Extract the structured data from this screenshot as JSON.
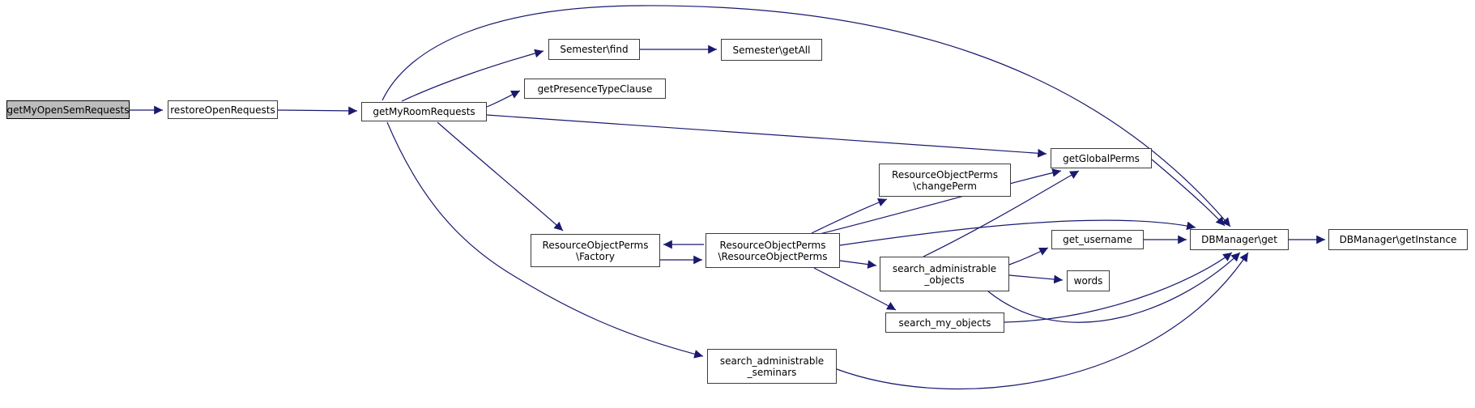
{
  "diagram": {
    "kind": "call-graph",
    "background_color": "#ffffff",
    "edge_color": "#191970",
    "node_border_color": "#3c3c3c",
    "highlight_fill": "#bcbcbc",
    "nodes": [
      {
        "id": "getMyOpenSemRequests",
        "label": "getMyOpenSemRequests",
        "highlighted": true
      },
      {
        "id": "restoreOpenRequests",
        "label": "restoreOpenRequests"
      },
      {
        "id": "getMyRoomRequests",
        "label": "getMyRoomRequests"
      },
      {
        "id": "Semester\\find",
        "label": "Semester\\find"
      },
      {
        "id": "Semester\\getAll",
        "label": "Semester\\getAll"
      },
      {
        "id": "getPresenceTypeClause",
        "label": "getPresenceTypeClause"
      },
      {
        "id": "getGlobalPerms",
        "label": "getGlobalPerms"
      },
      {
        "id": "ResourceObjectPerms\\changePerm",
        "label": "ResourceObjectPerms\\changePerm",
        "lines": [
          "ResourceObjectPerms",
          "\\changePerm"
        ]
      },
      {
        "id": "ResourceObjectPerms\\Factory",
        "label": "ResourceObjectPerms\\Factory",
        "lines": [
          "ResourceObjectPerms",
          "\\Factory"
        ]
      },
      {
        "id": "ResourceObjectPerms\\ResourceObjectPerms",
        "label": "ResourceObjectPerms\\ResourceObjectPerms",
        "lines": [
          "ResourceObjectPerms",
          "\\ResourceObjectPerms"
        ]
      },
      {
        "id": "get_username",
        "label": "get_username"
      },
      {
        "id": "words",
        "label": "words"
      },
      {
        "id": "search_administrable_objects",
        "label": "search_administrable_objects",
        "lines": [
          "search_administrable",
          "_objects"
        ]
      },
      {
        "id": "search_my_objects",
        "label": "search_my_objects"
      },
      {
        "id": "search_administrable_seminars",
        "label": "search_administrable_seminars",
        "lines": [
          "search_administrable",
          "_seminars"
        ]
      },
      {
        "id": "DBManager\\get",
        "label": "DBManager\\get"
      },
      {
        "id": "DBManager\\getInstance",
        "label": "DBManager\\getInstance"
      }
    ],
    "edges": [
      {
        "from": "getMyOpenSemRequests",
        "to": "restoreOpenRequests"
      },
      {
        "from": "restoreOpenRequests",
        "to": "getMyRoomRequests"
      },
      {
        "from": "getMyRoomRequests",
        "to": "Semester\\find"
      },
      {
        "from": "Semester\\find",
        "to": "Semester\\getAll"
      },
      {
        "from": "getMyRoomRequests",
        "to": "getPresenceTypeClause"
      },
      {
        "from": "getMyRoomRequests",
        "to": "getGlobalPerms"
      },
      {
        "from": "getMyRoomRequests",
        "to": "DBManager\\get"
      },
      {
        "from": "getMyRoomRequests",
        "to": "ResourceObjectPerms\\Factory"
      },
      {
        "from": "getMyRoomRequests",
        "to": "search_administrable_seminars"
      },
      {
        "from": "ResourceObjectPerms\\ResourceObjectPerms",
        "to": "ResourceObjectPerms\\Factory"
      },
      {
        "from": "ResourceObjectPerms\\Factory",
        "to": "ResourceObjectPerms\\ResourceObjectPerms"
      },
      {
        "from": "ResourceObjectPerms\\ResourceObjectPerms",
        "to": "ResourceObjectPerms\\changePerm"
      },
      {
        "from": "ResourceObjectPerms\\ResourceObjectPerms",
        "to": "getGlobalPerms"
      },
      {
        "from": "ResourceObjectPerms\\ResourceObjectPerms",
        "to": "search_administrable_objects"
      },
      {
        "from": "ResourceObjectPerms\\ResourceObjectPerms",
        "to": "search_my_objects"
      },
      {
        "from": "ResourceObjectPerms\\ResourceObjectPerms",
        "to": "DBManager\\get"
      },
      {
        "from": "search_administrable_objects",
        "to": "getGlobalPerms"
      },
      {
        "from": "search_administrable_objects",
        "to": "get_username"
      },
      {
        "from": "search_administrable_objects",
        "to": "words"
      },
      {
        "from": "search_administrable_objects",
        "to": "DBManager\\get"
      },
      {
        "from": "search_my_objects",
        "to": "DBManager\\get"
      },
      {
        "from": "search_administrable_seminars",
        "to": "DBManager\\get"
      },
      {
        "from": "get_username",
        "to": "DBManager\\get"
      },
      {
        "from": "getGlobalPerms",
        "to": "DBManager\\get"
      },
      {
        "from": "DBManager\\get",
        "to": "DBManager\\getInstance"
      }
    ]
  }
}
